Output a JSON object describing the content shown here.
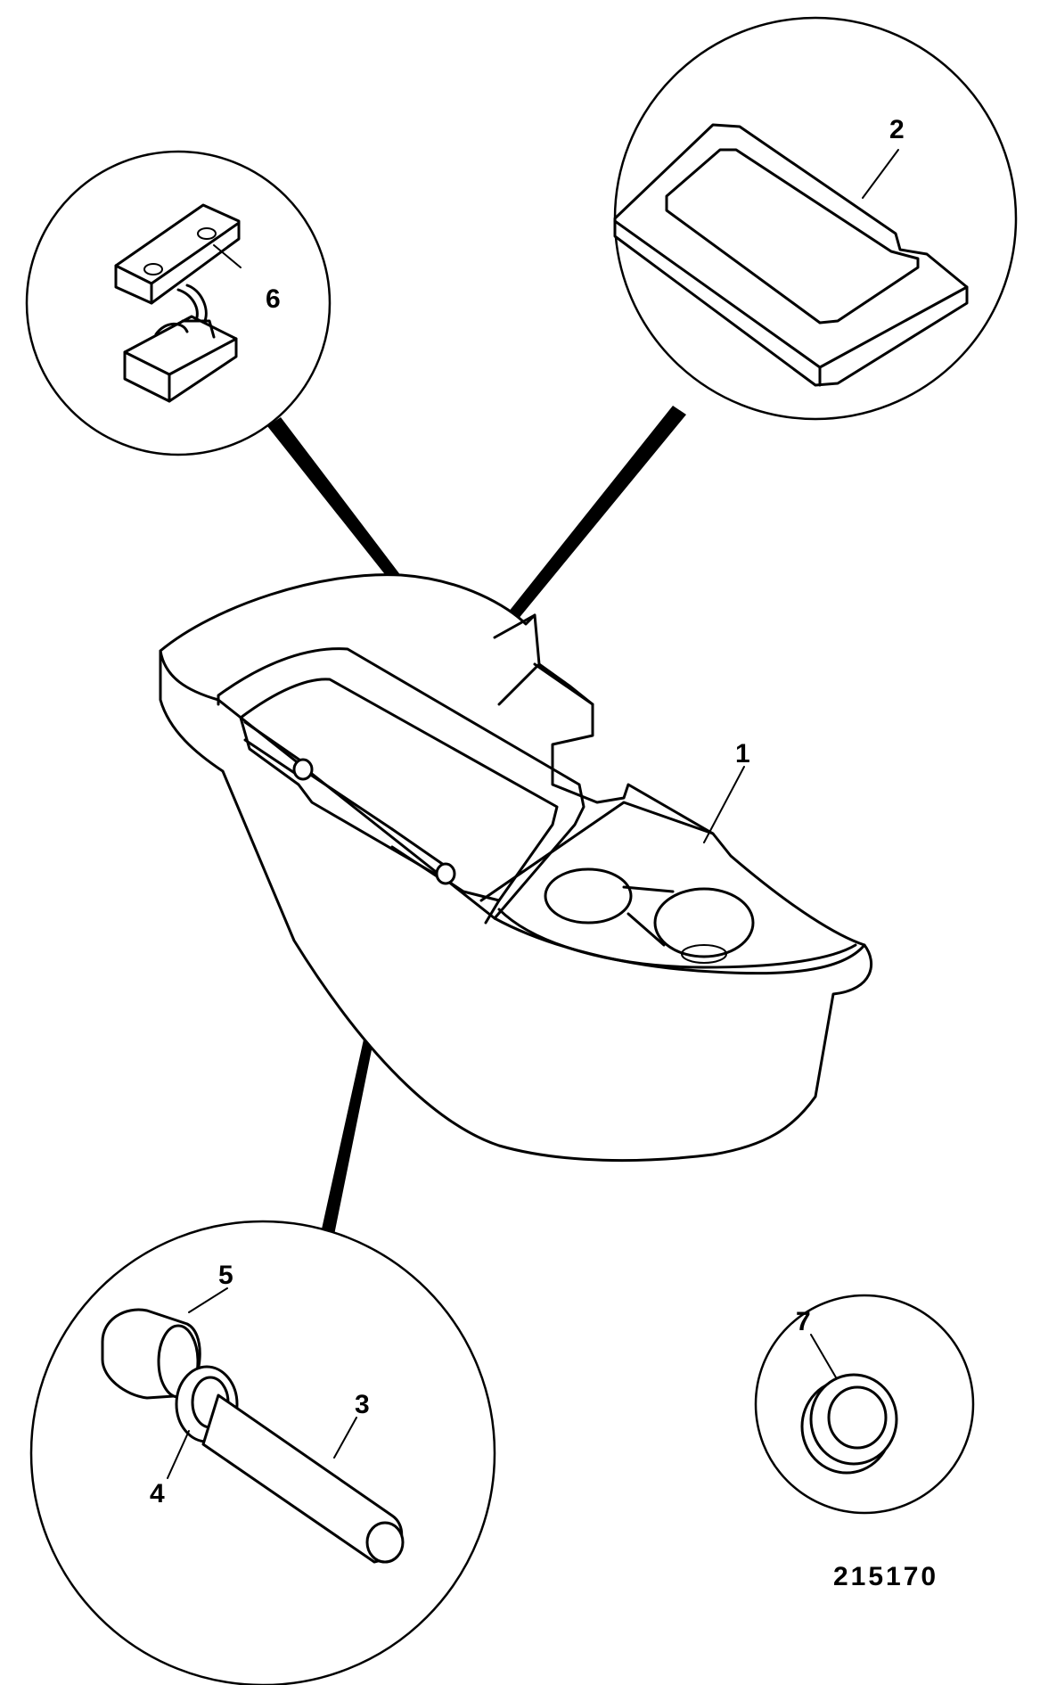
{
  "callouts": {
    "c1": "1",
    "c2": "2",
    "c3": "3",
    "c4": "4",
    "c5": "5",
    "c6": "6",
    "c7": "7"
  },
  "figure_number": "215170"
}
